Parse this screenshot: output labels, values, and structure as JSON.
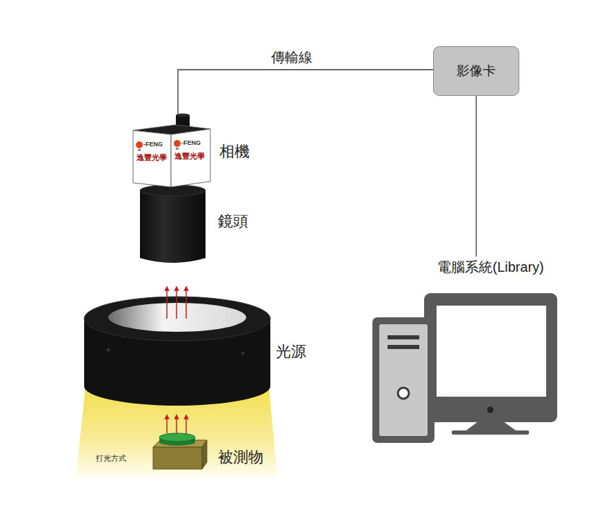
{
  "diagram": {
    "nodes": [
      {
        "text": [
          "-FENG",
          "逸豐光學",
          "-FENG",
          "逸豐光學",
          "相機"
        ]
      },
      {
        "text": [
          "影像卡"
        ]
      },
      {
        "text": [
          "電腦系統(Library)"
        ]
      }
    ],
    "edges": [
      {
        "from": 0,
        "to": 1,
        "label": "傳輸線",
        "arrow": "none"
      },
      {
        "from": 1,
        "to": 2,
        "arrow": "none"
      }
    ],
    "labels": [
      "鏡頭",
      "光源",
      "被測物",
      "打光方式"
    ]
  }
}
